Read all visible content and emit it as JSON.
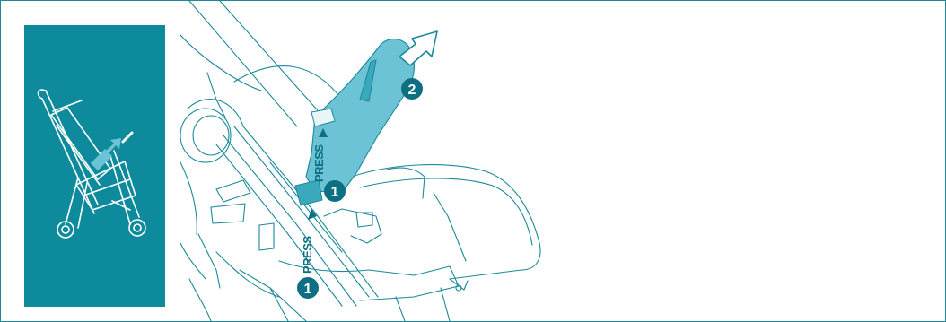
{
  "colors": {
    "border": "#1a8a9a",
    "panel": "#0d8a9b",
    "line_art": "#1a8a9a",
    "highlight": "#6cc3d5",
    "highlight_dark": "#3aa8bd",
    "badge": "#0d6f82",
    "press": "#0d6f82"
  },
  "steps": {
    "step1_top": "1",
    "step1_bottom": "1",
    "step2": "2"
  },
  "labels": {
    "press_upper": "PRESS",
    "press_lower": "PRESS"
  },
  "icons": {
    "arrow_up": "arrow-up-right-icon",
    "triangle": "triangle-arrow-icon"
  }
}
